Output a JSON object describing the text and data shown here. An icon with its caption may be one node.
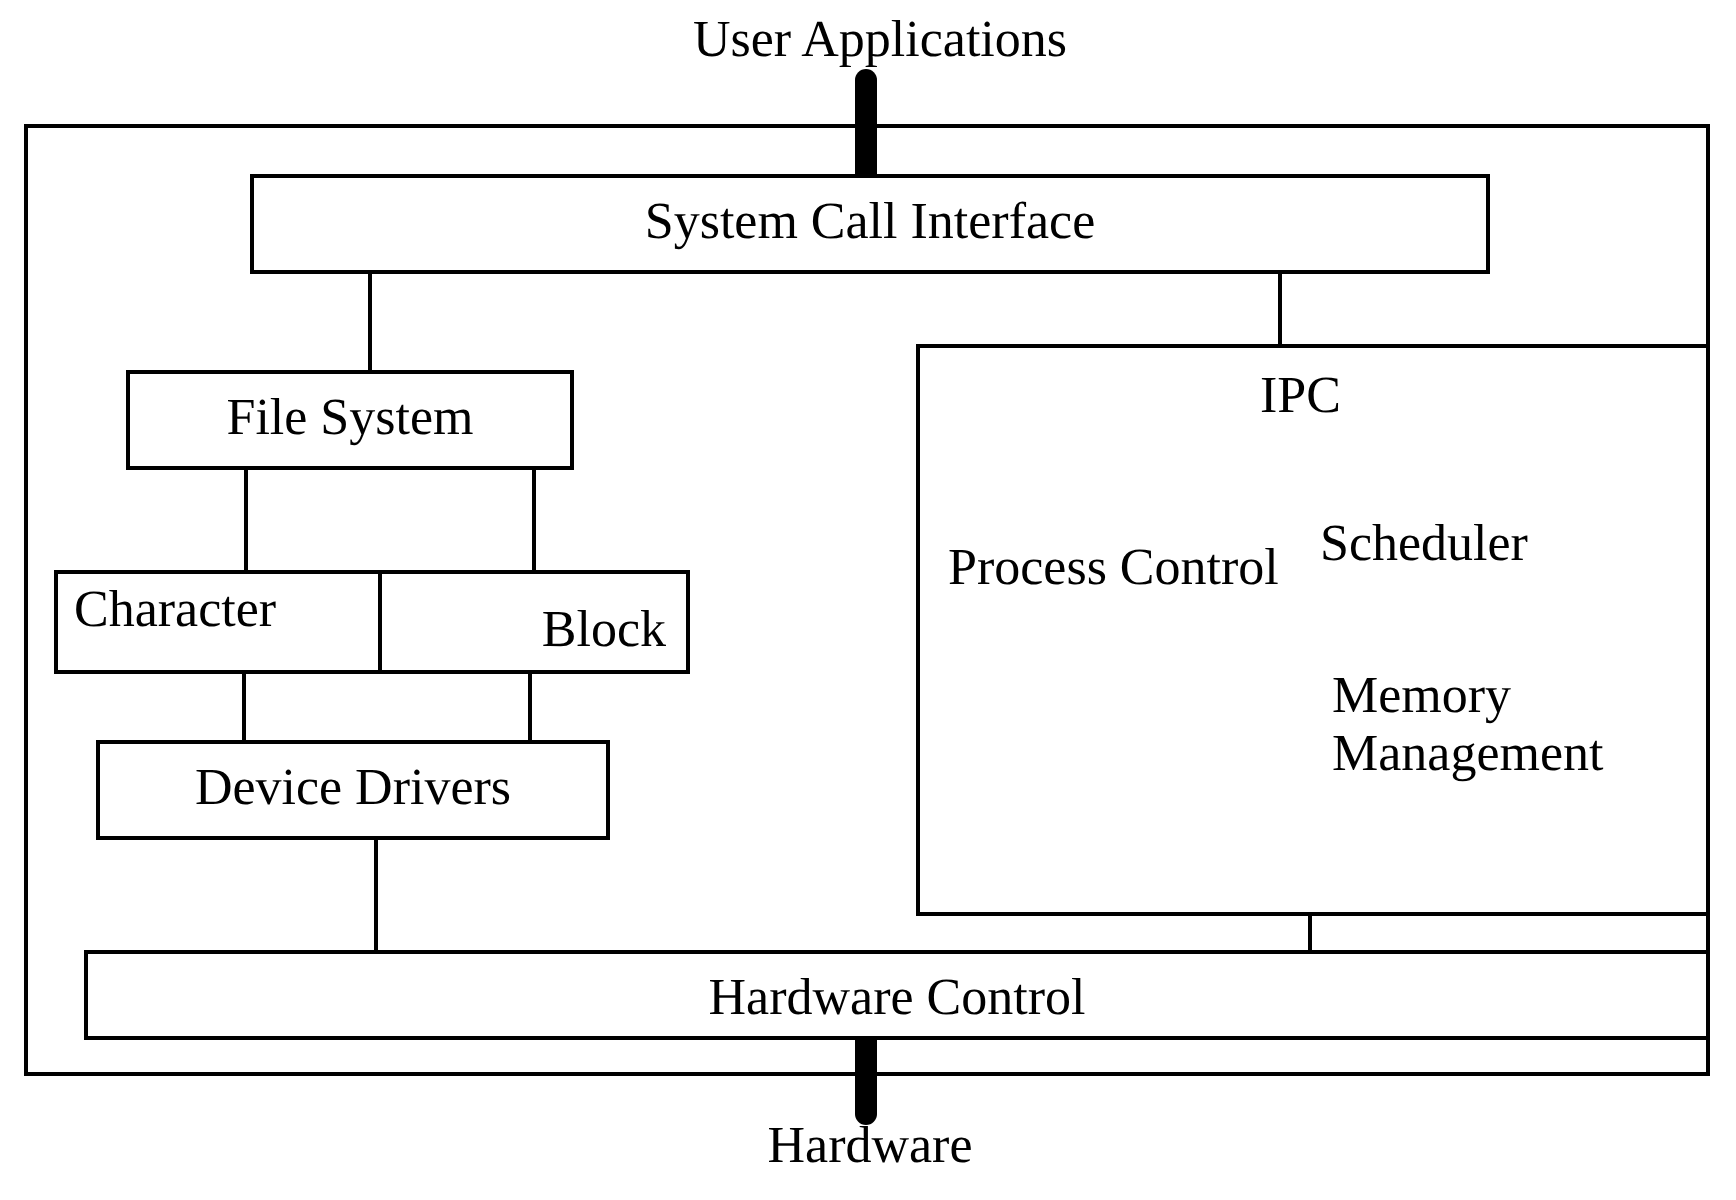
{
  "diagram": {
    "nodes": [
      {
        "text": [
          "User Applications"
        ]
      },
      {
        "text": [],
        "shape": "box"
      },
      {
        "text": [
          "System Call Interface"
        ],
        "in": 1
      },
      {
        "text": [
          "File System"
        ],
        "in": 1
      },
      {
        "text": [
          "Character"
        ],
        "in": 1
      },
      {
        "text": [
          "Block"
        ],
        "in": 1
      },
      {
        "text": [
          "Device Drivers"
        ],
        "in": 1
      },
      {
        "text": [
          "IPC",
          "Scheduler",
          "Process Control",
          "Memory Management"
        ],
        "in": 1
      },
      {
        "text": [
          "Hardware Control"
        ],
        "in": 1
      },
      {
        "text": [
          "Hardware"
        ]
      }
    ],
    "edges": [
      {
        "from": 0,
        "to": 2,
        "arrow": "none",
        "style": "thick"
      },
      {
        "from": 2,
        "to": 3,
        "arrow": "none"
      },
      {
        "from": 2,
        "to": 7,
        "arrow": "none"
      },
      {
        "from": 3,
        "to": 4,
        "arrow": "none"
      },
      {
        "from": 3,
        "to": 5,
        "arrow": "none"
      },
      {
        "from": 4,
        "to": 6,
        "arrow": "none"
      },
      {
        "from": 5,
        "to": 6,
        "arrow": "none"
      },
      {
        "from": 6,
        "to": 8,
        "arrow": "none"
      },
      {
        "from": 7,
        "to": 8,
        "arrow": "none"
      },
      {
        "from": 8,
        "to": 9,
        "arrow": "none",
        "style": "thick"
      }
    ]
  }
}
